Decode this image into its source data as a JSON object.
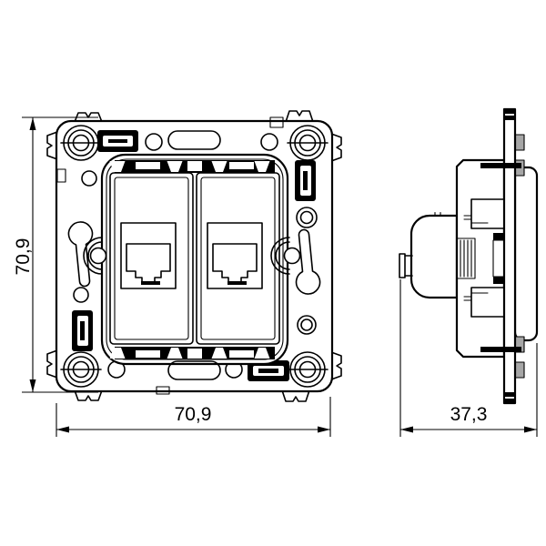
{
  "drawing": {
    "front_view": {
      "height_label": "70,9",
      "width_label": "70,9"
    },
    "side_view": {
      "depth_label": "37,3"
    }
  },
  "colors": {
    "line": "#000000",
    "background": "#ffffff",
    "claw_fill": "#a6a6a6"
  }
}
